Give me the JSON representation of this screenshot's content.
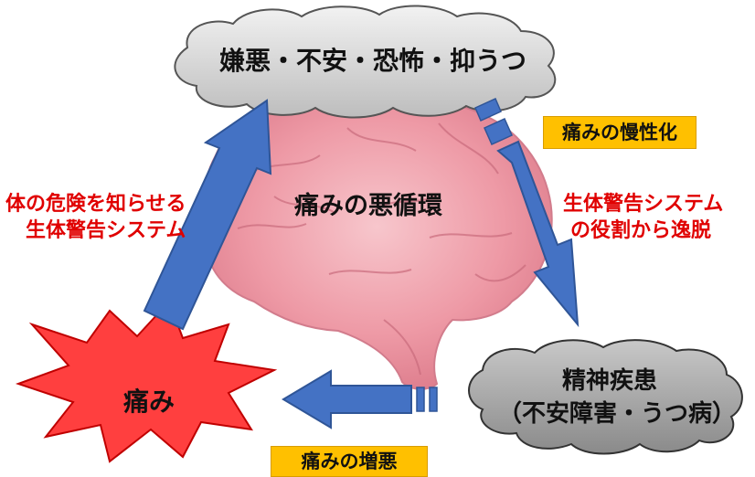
{
  "diagram": {
    "top_cloud": "嫌悪・不安・恐怖・抑うつ",
    "center_title": "痛みの悪循環",
    "chronic_label": "痛みの慢性化",
    "left_text": [
      "体の危険を知らせる",
      "生体警告システム"
    ],
    "right_text": [
      "生体警告システム",
      "の役割から逸脱"
    ],
    "pain_label": "痛み",
    "bottom_cloud": [
      "精神疾患",
      "（不安障害・うつ病）"
    ],
    "worsening_label": "痛みの増悪"
  }
}
